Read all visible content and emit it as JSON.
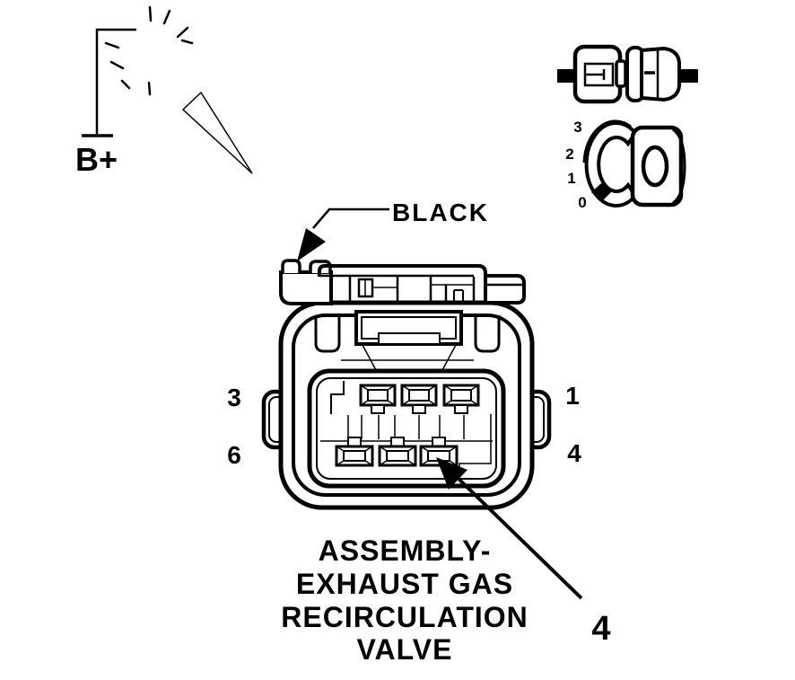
{
  "colors": {
    "ink": "#000000",
    "background": "#ffffff"
  },
  "probe": {
    "label": "B+"
  },
  "icons": {
    "test_light": "test-light-probe",
    "inline_connector": "inline-connector-pair",
    "scale": "terminal-scale"
  },
  "scale_icon": {
    "ticks": [
      "3",
      "2",
      "1",
      "0"
    ]
  },
  "connector": {
    "color_label": "BLACK",
    "pins": {
      "top_left": "3",
      "top_right": "1",
      "bottom_left": "6",
      "bottom_right": "4"
    }
  },
  "callout": {
    "pin_number": "4"
  },
  "caption": {
    "lines": [
      "ASSEMBLY-",
      "EXHAUST GAS",
      "RECIRCULATION",
      "VALVE"
    ]
  }
}
